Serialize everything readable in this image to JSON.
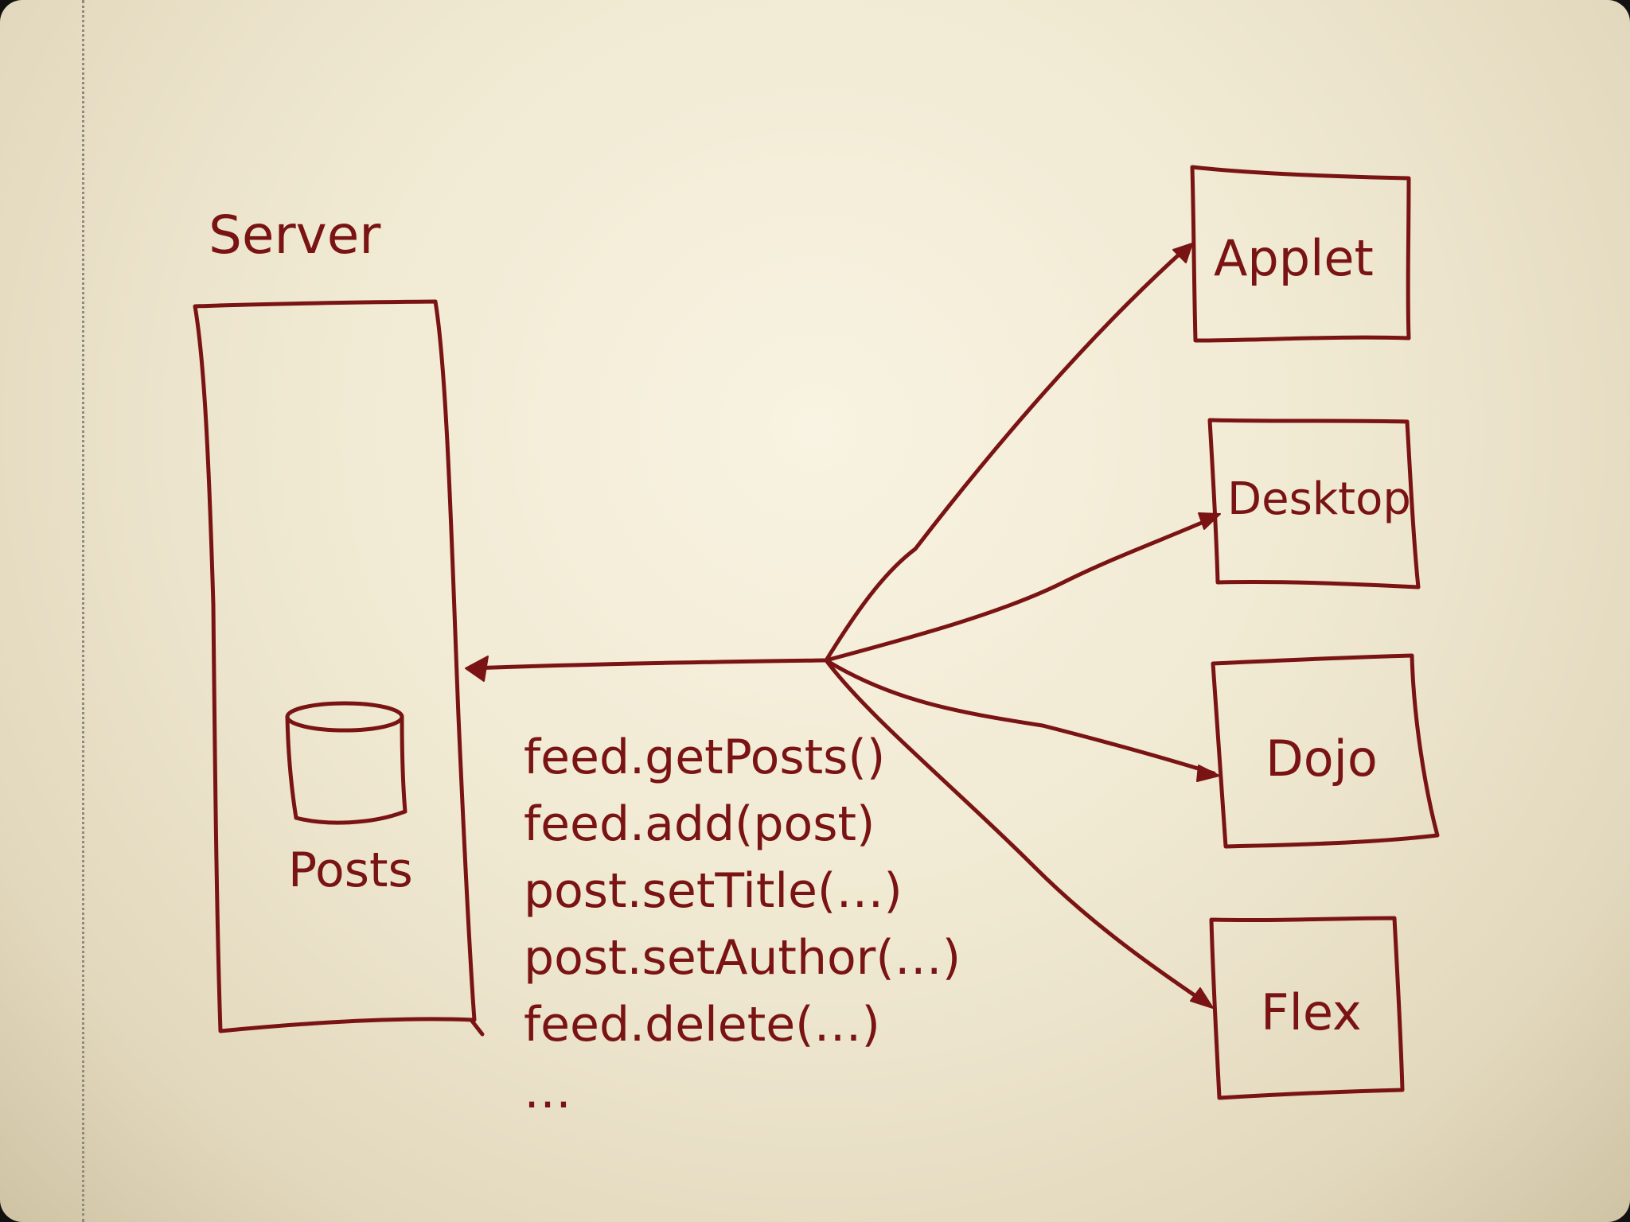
{
  "server": {
    "label": "Server",
    "store_label": "Posts"
  },
  "clients": [
    {
      "label": "Applet"
    },
    {
      "label": "Desktop"
    },
    {
      "label": "Dojo"
    },
    {
      "label": "Flex"
    }
  ],
  "api_calls": [
    "feed.getPosts()",
    "feed.add(post)",
    "post.setTitle(…)",
    "post.setAuthor(…)",
    "feed.delete(…)",
    "…"
  ],
  "colors": {
    "ink": "#7a1414",
    "paper": "#f3ecd6"
  }
}
